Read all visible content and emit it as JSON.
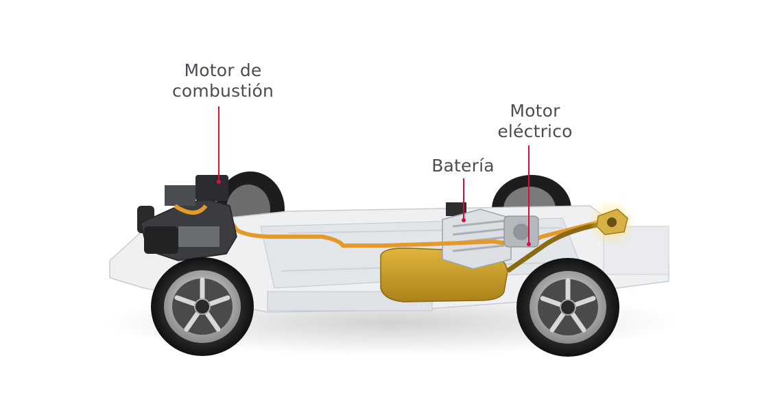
{
  "labels": {
    "combustion_line1": "Motor de",
    "combustion_line2": "combustión",
    "battery": "Batería",
    "electric_line1": "Motor",
    "electric_line2": "eléctrico"
  },
  "colors": {
    "label_text": "#4a4d52",
    "leader_line": "#d4103a",
    "fuel_tank": "#c9a227",
    "hv_cable": "#e39a2a"
  }
}
